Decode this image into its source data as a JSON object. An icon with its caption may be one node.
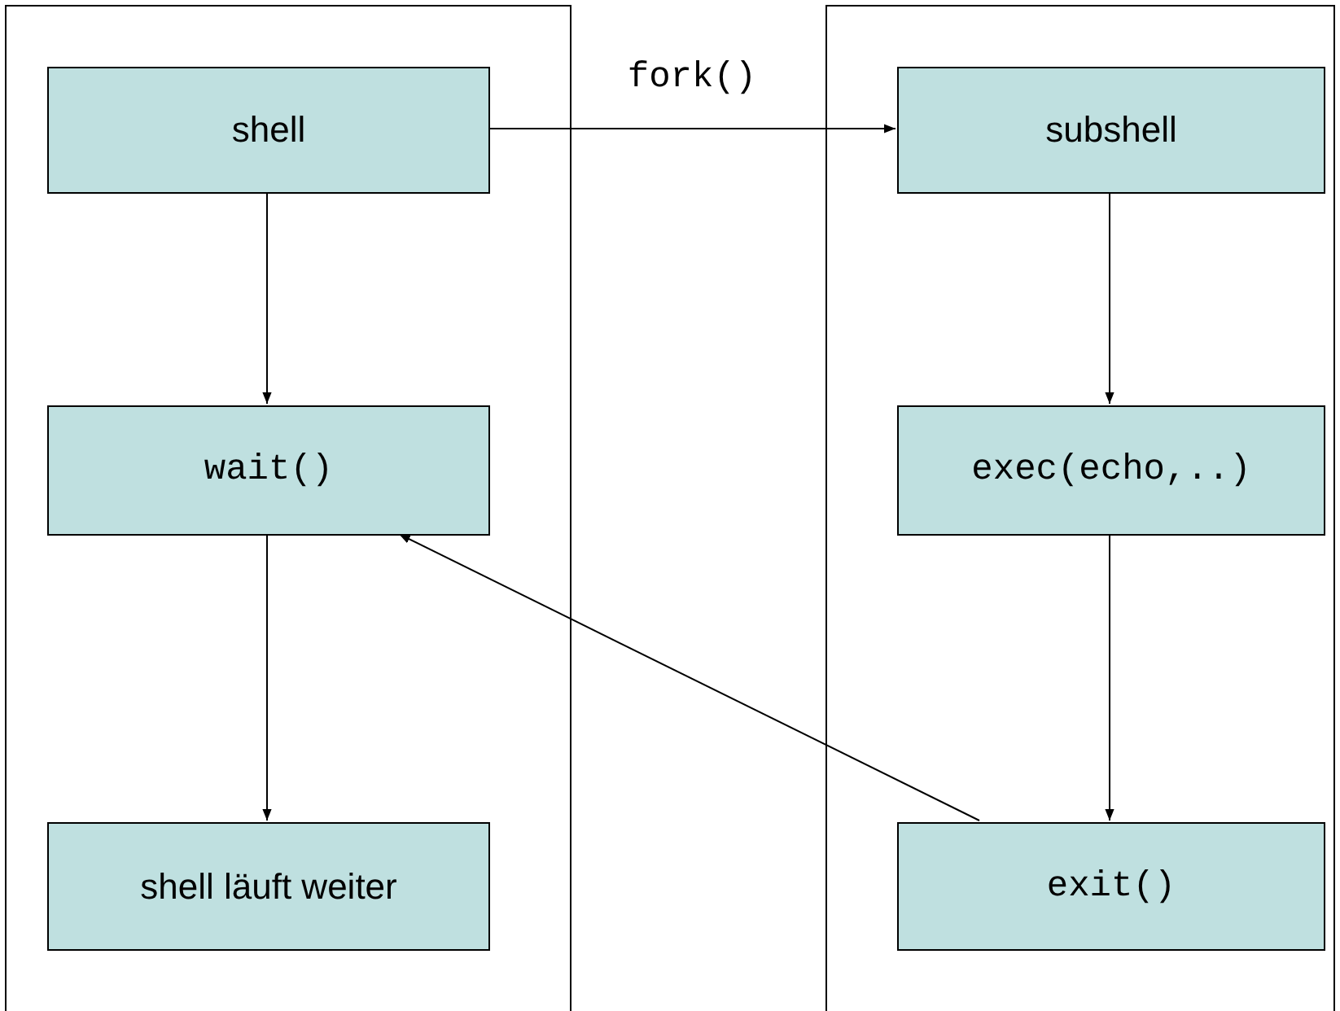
{
  "diagram": {
    "nodes": [
      {
        "text": [],
        "shape": "box"
      },
      {
        "text": [
          "shell"
        ],
        "in": 0
      },
      {
        "text": [
          "wait()"
        ],
        "in": 0
      },
      {
        "text": [
          "shell läuft weiter"
        ],
        "in": 0
      },
      {
        "text": [],
        "shape": "box"
      },
      {
        "text": [
          "subshell"
        ],
        "in": 4
      },
      {
        "text": [
          "exec(echo,..)"
        ],
        "in": 4
      },
      {
        "text": [
          "exit()"
        ],
        "in": 4
      }
    ],
    "edges": [
      {
        "from": 1,
        "to": 2,
        "arrow": "to"
      },
      {
        "from": 2,
        "to": 3,
        "arrow": "to"
      },
      {
        "from": 1,
        "to": 5,
        "arrow": "to",
        "label": "fork()"
      },
      {
        "from": 5,
        "to": 6,
        "arrow": "to"
      },
      {
        "from": 6,
        "to": 7,
        "arrow": "to"
      },
      {
        "from": 7,
        "to": 2,
        "arrow": "to"
      }
    ]
  }
}
